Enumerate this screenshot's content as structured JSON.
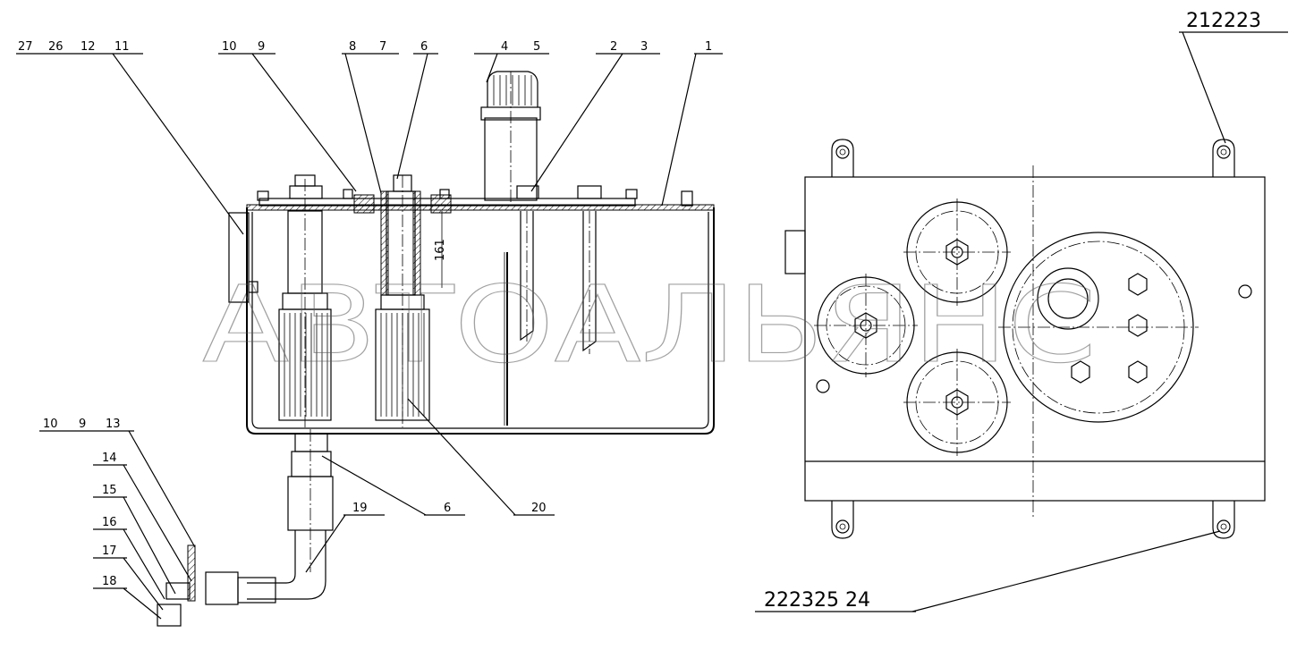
{
  "watermark": "АВТОАЛЬЯНС",
  "callouts": {
    "c1": "27",
    "c2": "26",
    "c3": "12",
    "c4": "11",
    "c5": "10",
    "c6": "9",
    "c7": "8",
    "c8": "7",
    "c9": "6",
    "c10": "4",
    "c11": "5",
    "c12": "2",
    "c13": "3",
    "c14": "1",
    "c15": "10",
    "c16": "9",
    "c17": "13",
    "c18": "14",
    "c19": "15",
    "c20": "16",
    "c21": "17",
    "c22": "18",
    "c23": "19",
    "c24": "6",
    "c25": "20",
    "c26": "212223",
    "c27": "222325 24"
  },
  "dimension": "161"
}
